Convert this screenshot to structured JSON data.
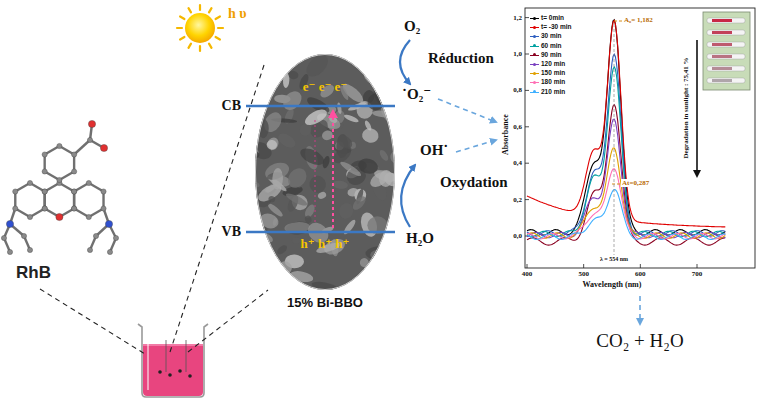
{
  "diagram": {
    "nodes": [
      {
        "text": [
          "e⁻ e⁻ e⁻",
          "h⁺ h⁺ h⁺",
          "15% Bi-BBO"
        ]
      }
    ],
    "labels": [
      "h υ",
      "RhB",
      "CB",
      "VB",
      "O₂",
      "Réduction",
      "˙O₂⁻",
      "OH˙",
      "Oxydation",
      "H₂O",
      "CO₂ + H₂O",
      "Absorbance",
      "Wavelength (nm)",
      "0,0",
      "0,2",
      "0,4",
      "0,6",
      "0,8",
      "1,0",
      "1,2",
      "400",
      "500",
      "600",
      "700",
      "A₀= 1,182",
      "At=0,287",
      "Degradation in sunlight : 75,41 %",
      "λ = 554 nm"
    ],
    "legend": [
      {
        "text": "t= 0min"
      },
      {
        "text": "t= -30 min"
      },
      {
        "text": "30 min"
      },
      {
        "text": "60 min"
      },
      {
        "text": "90 min"
      },
      {
        "text": "120 min"
      },
      {
        "text": "150 min"
      },
      {
        "text": "180 min"
      },
      {
        "text": "210 min"
      }
    ]
  }
}
